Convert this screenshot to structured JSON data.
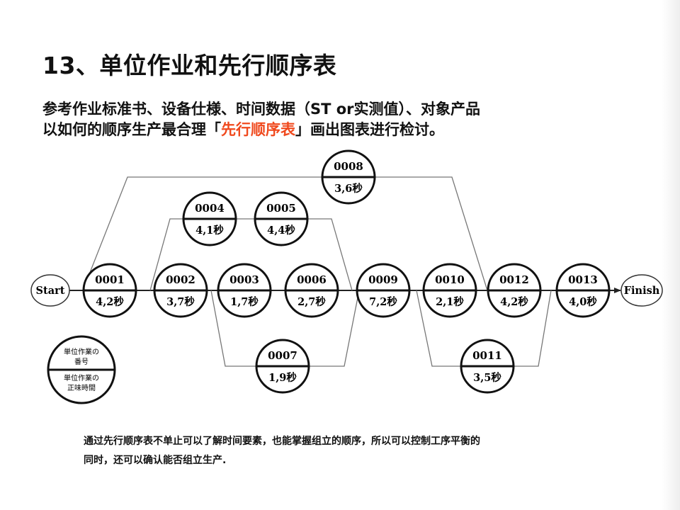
{
  "title": "13、单位作业和先行顺序表",
  "subtitle": {
    "line1": "参考作业标准书、设备仕様、时间数据（ST or实测值）、对象产品",
    "line2_before": "以如何的顺序生产最合理「",
    "line2_highlight": "先行顺序表",
    "line2_after": "」画出图表进行检讨。"
  },
  "diagram": {
    "start_label": "Start",
    "finish_label": "Finish",
    "nodes": [
      {
        "id": "0001",
        "time": "4,2秒"
      },
      {
        "id": "0002",
        "time": "3,7秒"
      },
      {
        "id": "0003",
        "time": "1,7秒"
      },
      {
        "id": "0006",
        "time": "2,7秒"
      },
      {
        "id": "0009",
        "time": "7,2秒"
      },
      {
        "id": "0010",
        "time": "2,1秒"
      },
      {
        "id": "0012",
        "time": "4,2秒"
      },
      {
        "id": "0013",
        "time": "4,0秒"
      },
      {
        "id": "0004",
        "time": "4,1秒"
      },
      {
        "id": "0005",
        "time": "4,4秒"
      },
      {
        "id": "0008",
        "time": "3,6秒"
      },
      {
        "id": "0007",
        "time": "1,9秒"
      },
      {
        "id": "0011",
        "time": "3,5秒"
      }
    ],
    "legend": {
      "top_line1": "単位作業の",
      "top_line2": "番号",
      "bottom_line1": "単位作業の",
      "bottom_line2": "正味時間"
    }
  },
  "footnote": {
    "line1": "通过先行顺序表不单止可以了解时间要素，也能掌握组立的顺序，所以可以控制工序平衡的",
    "line2": "同时，还可以确认能否组立生产."
  }
}
